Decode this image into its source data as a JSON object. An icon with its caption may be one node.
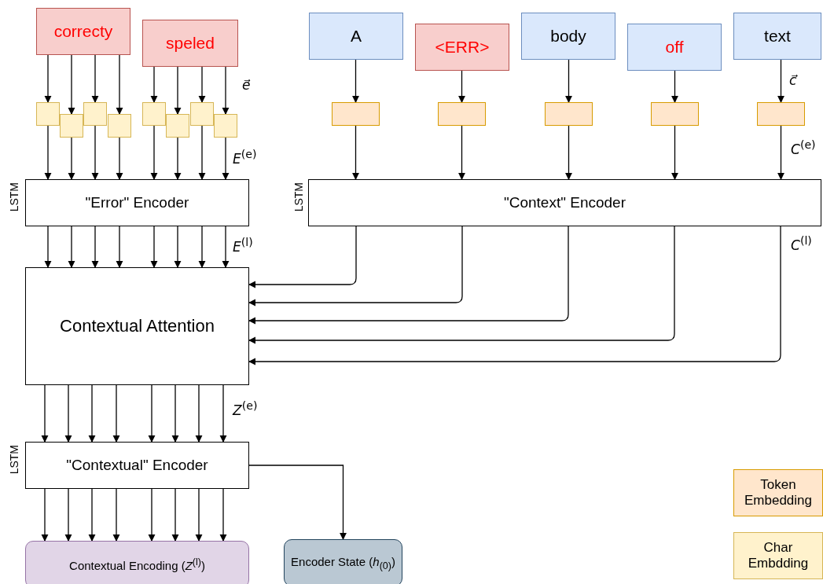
{
  "diagram": {
    "nodes": [
      {
        "text": [
          "correcty"
        ]
      },
      {
        "text": [
          "speled"
        ]
      },
      {
        "text": [],
        "shape": "box"
      },
      {
        "text": [],
        "shape": "box"
      },
      {
        "text": [],
        "shape": "box"
      },
      {
        "text": [],
        "shape": "box"
      },
      {
        "text": [],
        "shape": "box"
      },
      {
        "text": [],
        "shape": "box"
      },
      {
        "text": [],
        "shape": "box"
      },
      {
        "text": [],
        "shape": "box"
      },
      {
        "text": [
          "A"
        ]
      },
      {
        "text": [
          "<ERR>"
        ]
      },
      {
        "text": [
          "body"
        ]
      },
      {
        "text": [
          "off"
        ]
      },
      {
        "text": [
          "text"
        ]
      },
      {
        "text": [],
        "shape": "box"
      },
      {
        "text": [],
        "shape": "box"
      },
      {
        "text": [],
        "shape": "box"
      },
      {
        "text": [],
        "shape": "box"
      },
      {
        "text": [],
        "shape": "box"
      },
      {
        "text": [
          "\"Error\" Encoder"
        ],
        "beside": [
          "LSTM"
        ]
      },
      {
        "text": [
          "\"Context\" Encoder"
        ],
        "beside": [
          "LSTM"
        ]
      },
      {
        "text": [
          "Contextual Attention"
        ]
      },
      {
        "text": [
          "\"Contextual\" Encoder"
        ],
        "beside": [
          "LSTM"
        ]
      },
      {
        "text": [
          "Contextual Encoding (*Z*$^{(l)}$)"
        ]
      },
      {
        "text": [
          "Encoder State (*h*$_{(0)}$)"
        ]
      }
    ],
    "edges": [
      {
        "from": 0,
        "to": 2,
        "arrow": "to"
      },
      {
        "from": 0,
        "to": 3,
        "arrow": "to"
      },
      {
        "from": 0,
        "to": 4,
        "arrow": "to"
      },
      {
        "from": 0,
        "to": 5,
        "arrow": "to"
      },
      {
        "from": 1,
        "to": 6,
        "arrow": "to"
      },
      {
        "from": 1,
        "to": 7,
        "arrow": "to"
      },
      {
        "from": 1,
        "to": 8,
        "arrow": "to"
      },
      {
        "from": 1,
        "to": 9,
        "arrow": "to"
      },
      {
        "from": 2,
        "to": 20,
        "arrow": "to"
      },
      {
        "from": 3,
        "to": 20,
        "arrow": "to"
      },
      {
        "from": 4,
        "to": 20,
        "arrow": "to"
      },
      {
        "from": 5,
        "to": 20,
        "arrow": "to"
      },
      {
        "from": 6,
        "to": 20,
        "arrow": "to"
      },
      {
        "from": 7,
        "to": 20,
        "arrow": "to"
      },
      {
        "from": 8,
        "to": 20,
        "arrow": "to"
      },
      {
        "from": 9,
        "to": 20,
        "arrow": "to"
      },
      {
        "from": 10,
        "to": 15,
        "arrow": "to"
      },
      {
        "from": 11,
        "to": 16,
        "arrow": "to"
      },
      {
        "from": 12,
        "to": 17,
        "arrow": "to"
      },
      {
        "from": 13,
        "to": 18,
        "arrow": "to"
      },
      {
        "from": 14,
        "to": 19,
        "arrow": "to"
      },
      {
        "from": 15,
        "to": 21,
        "arrow": "to"
      },
      {
        "from": 16,
        "to": 21,
        "arrow": "to"
      },
      {
        "from": 17,
        "to": 21,
        "arrow": "to"
      },
      {
        "from": 18,
        "to": 21,
        "arrow": "to"
      },
      {
        "from": 19,
        "to": 21,
        "arrow": "to"
      },
      {
        "from": 20,
        "to": 22,
        "arrow": "to"
      },
      {
        "from": 20,
        "to": 22,
        "arrow": "to"
      },
      {
        "from": 20,
        "to": 22,
        "arrow": "to"
      },
      {
        "from": 20,
        "to": 22,
        "arrow": "to"
      },
      {
        "from": 20,
        "to": 22,
        "arrow": "to"
      },
      {
        "from": 20,
        "to": 22,
        "arrow": "to"
      },
      {
        "from": 20,
        "to": 22,
        "arrow": "to"
      },
      {
        "from": 20,
        "to": 22,
        "arrow": "to"
      },
      {
        "from": 21,
        "to": 22,
        "arrow": "to"
      },
      {
        "from": 21,
        "to": 22,
        "arrow": "to"
      },
      {
        "from": 21,
        "to": 22,
        "arrow": "to"
      },
      {
        "from": 21,
        "to": 22,
        "arrow": "to"
      },
      {
        "from": 21,
        "to": 22,
        "arrow": "to"
      },
      {
        "from": 22,
        "to": 23,
        "arrow": "to"
      },
      {
        "from": 22,
        "to": 23,
        "arrow": "to"
      },
      {
        "from": 22,
        "to": 23,
        "arrow": "to"
      },
      {
        "from": 22,
        "to": 23,
        "arrow": "to"
      },
      {
        "from": 22,
        "to": 23,
        "arrow": "to"
      },
      {
        "from": 22,
        "to": 23,
        "arrow": "to"
      },
      {
        "from": 22,
        "to": 23,
        "arrow": "to"
      },
      {
        "from": 22,
        "to": 23,
        "arrow": "to"
      },
      {
        "from": 23,
        "to": 24,
        "arrow": "to"
      },
      {
        "from": 23,
        "to": 24,
        "arrow": "to"
      },
      {
        "from": 23,
        "to": 24,
        "arrow": "to"
      },
      {
        "from": 23,
        "to": 24,
        "arrow": "to"
      },
      {
        "from": 23,
        "to": 24,
        "arrow": "to"
      },
      {
        "from": 23,
        "to": 24,
        "arrow": "to"
      },
      {
        "from": 23,
        "to": 24,
        "arrow": "to"
      },
      {
        "from": 23,
        "to": 24,
        "arrow": "to"
      },
      {
        "from": 23,
        "to": 25,
        "arrow": "to"
      }
    ],
    "labels": [
      "*e⃗*",
      "*E*$^{(e)}$",
      "*c⃗*",
      "*C*$^{(e)}$",
      "*E*$^{(l)}$",
      "*C*$^{(l)}$",
      "*Z*$^{(e)}$"
    ],
    "legend": [
      {
        "text": "Token Embedding",
        "color": "#ffe6cc"
      },
      {
        "text": "Char Embdding",
        "color": "#fff2cc"
      }
    ]
  }
}
